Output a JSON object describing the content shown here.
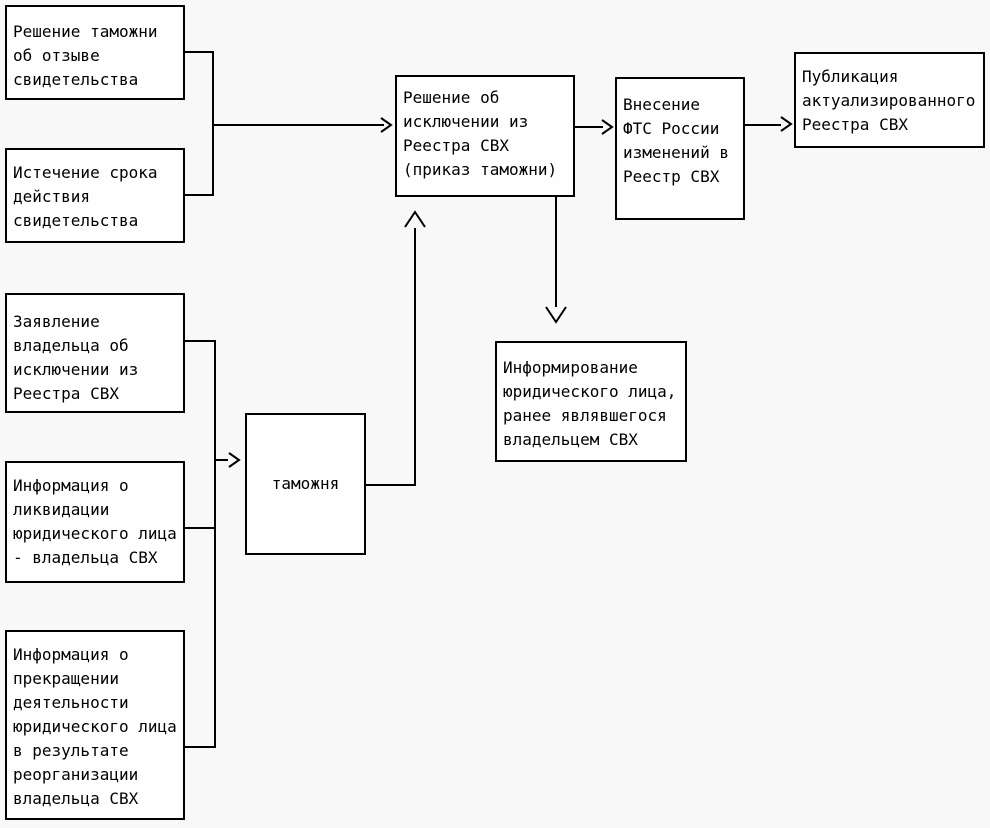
{
  "diagram": {
    "boxes": {
      "revocation_decision": {
        "text": "Решение таможни\nоб отзыве\nсвидетельства"
      },
      "certificate_expiry": {
        "text": "Истечение срока\nдействия\nсвидетельства"
      },
      "owner_application": {
        "text": "Заявление\nвладельца об\nисключении из\nРеестра СВХ"
      },
      "liquidation_info": {
        "text": "Информация о\nликвидации\nюридического лица\n- владельца СВХ"
      },
      "reorganization_info": {
        "text": "Информация о\nпрекращении\nдеятельности\nюридического лица\nв результате\nреорганизации\nвладельца СВХ"
      },
      "customs": {
        "text": "таможня"
      },
      "exclusion_decision": {
        "text": "Решение об\nисключении из\nРеестра СВХ\n(приказ таможни)"
      },
      "fts_registry_update": {
        "text": "Внесение\nФТС России\nизменений в\nРеестр СВХ"
      },
      "registry_publication": {
        "text": "Публикация\nактуализированного\nРеестра СВХ"
      },
      "inform_former_owner": {
        "text": "Информирование\nюридического лица,\nранее являвшегося\nвладельцем СВХ"
      }
    },
    "colors": {
      "background": "#f8f8f8",
      "box_fill": "#fefefe",
      "stroke": "#000000",
      "text": "#000000"
    }
  }
}
